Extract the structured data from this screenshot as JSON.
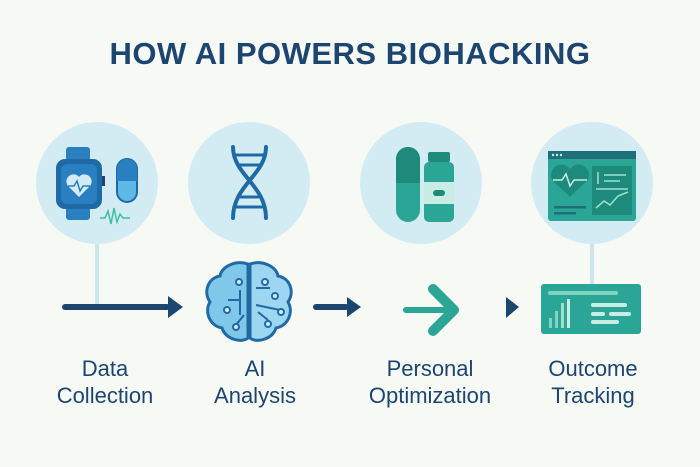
{
  "title": "HOW AI POWERS BIOHACKING",
  "steps": [
    {
      "line1": "Data",
      "line2": "Collection",
      "icon": "smartwatch-pill-icon"
    },
    {
      "line1": "AI",
      "line2": "Analysis",
      "icon": "dna-brain-icon"
    },
    {
      "line1": "Personal",
      "line2": "Optimization",
      "icon": "supplements-icon"
    },
    {
      "line1": "Outcome",
      "line2": "Tracking",
      "icon": "dashboard-icon"
    }
  ],
  "colors": {
    "navy": "#1c4670",
    "blue": "#2a7fc0",
    "teal": "#2aa596",
    "circle": "#d3ecf3",
    "bg": "#f7f9f5"
  }
}
